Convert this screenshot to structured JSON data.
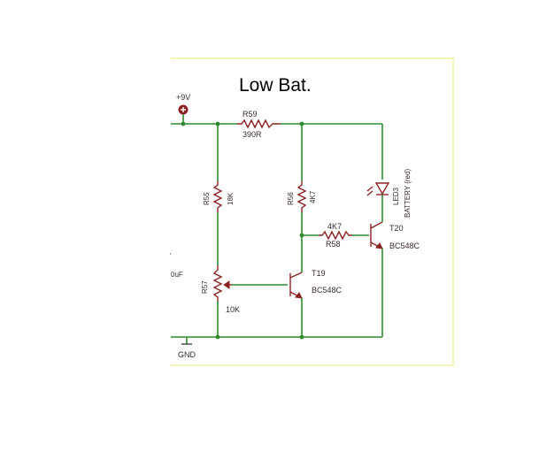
{
  "title": "Low Bat.",
  "supply": {
    "label": "+9V",
    "symbol": "⊕"
  },
  "ground": {
    "label": "GND"
  },
  "components": {
    "r59": {
      "ref": "R59",
      "value": "390R"
    },
    "r55": {
      "ref": "R55",
      "value": "18K"
    },
    "r56": {
      "ref": "R56",
      "value": "4K7"
    },
    "r58": {
      "ref": "R58",
      "value": "4K7"
    },
    "r57": {
      "ref": "R57",
      "value": "10K"
    },
    "t19": {
      "ref": "T19",
      "value": "BC548C"
    },
    "t20": {
      "ref": "T20",
      "value": "BC548C"
    },
    "led": {
      "ref": "LED3",
      "value": "BATTERY (red)"
    }
  },
  "partial_label": "0uF",
  "colors": {
    "wire": "#2f8a2f",
    "component": "#8b2323",
    "frame": "#f2f0a0",
    "text": "#3a2a2a"
  }
}
